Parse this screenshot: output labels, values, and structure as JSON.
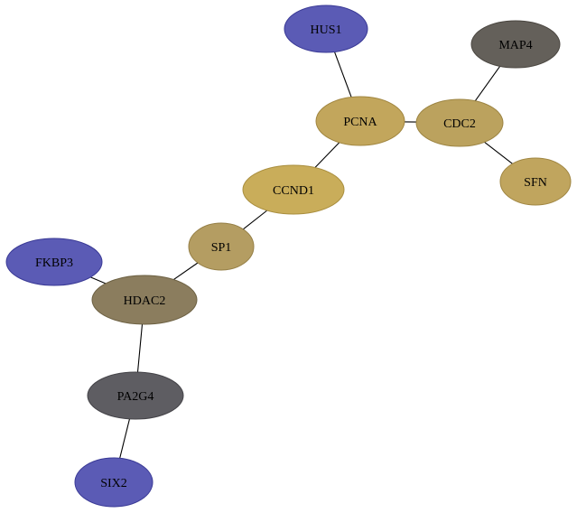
{
  "nodes": [
    {
      "id": "HUS1",
      "label": "HUS1",
      "fill": "#5b5bb5",
      "stroke": "#3a3a96"
    },
    {
      "id": "MAP4",
      "label": "MAP4",
      "fill": "#64605a",
      "stroke": "#4a4640"
    },
    {
      "id": "PCNA",
      "label": "PCNA",
      "fill": "#c2a65c",
      "stroke": "#a18640"
    },
    {
      "id": "CDC2",
      "label": "CDC2",
      "fill": "#bba25e",
      "stroke": "#9c8442"
    },
    {
      "id": "SFN",
      "label": "SFN",
      "fill": "#c0a55e",
      "stroke": "#a08642"
    },
    {
      "id": "CCND1",
      "label": "CCND1",
      "fill": "#c9ad5a",
      "stroke": "#a98e3e"
    },
    {
      "id": "SP1",
      "label": "SP1",
      "fill": "#b49d62",
      "stroke": "#957f46"
    },
    {
      "id": "FKBP3",
      "label": "FKBP3",
      "fill": "#5b5bb5",
      "stroke": "#3a3a96"
    },
    {
      "id": "HDAC2",
      "label": "HDAC2",
      "fill": "#8b7d5e",
      "stroke": "#6c6042"
    },
    {
      "id": "PA2G4",
      "label": "PA2G4",
      "fill": "#5e5d62",
      "stroke": "#444348"
    },
    {
      "id": "SIX2",
      "label": "SIX2",
      "fill": "#5b5bb5",
      "stroke": "#3a3a96"
    }
  ],
  "edges": [
    {
      "from": "HUS1",
      "to": "PCNA"
    },
    {
      "from": "PCNA",
      "to": "CDC2"
    },
    {
      "from": "MAP4",
      "to": "CDC2"
    },
    {
      "from": "CDC2",
      "to": "SFN"
    },
    {
      "from": "PCNA",
      "to": "CCND1"
    },
    {
      "from": "CCND1",
      "to": "SP1"
    },
    {
      "from": "SP1",
      "to": "HDAC2"
    },
    {
      "from": "FKBP3",
      "to": "HDAC2"
    },
    {
      "from": "HDAC2",
      "to": "PA2G4"
    },
    {
      "from": "PA2G4",
      "to": "SIX2"
    }
  ]
}
